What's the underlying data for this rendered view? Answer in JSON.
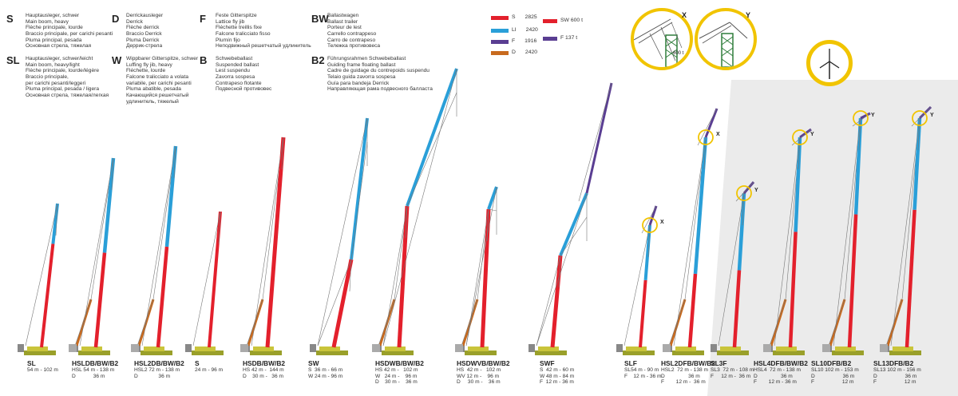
{
  "legend": [
    {
      "key": "S",
      "lines": [
        "Hauptausleger, schwer",
        "Main boom, heavy",
        "Flèche principale, lourde",
        "Braccio principale, per carichi pesanti",
        "Pluma principal, pesada",
        "Основная стрела, тяжелая"
      ]
    },
    {
      "key": "SL",
      "lines": [
        "Hauptausleger, schwer/leicht",
        "Main boom, heavy/light",
        "Flèche principale, lourde/légère",
        "Braccio principale,",
        "per carichi pesanti/leggeri",
        "Pluma principal, pesada / ligera",
        "Основная стрела, тяжелая/легкая"
      ]
    },
    {
      "key": "D",
      "lines": [
        "Derrickausleger",
        "Derrick",
        "Flèche derrick",
        "Braccio Derrick",
        "Pluma Derrick",
        "Деррик-стрела"
      ]
    },
    {
      "key": "W",
      "lines": [
        "Wippbarer Gitterspitze, schwer",
        "Luffing fly jib, heavy",
        "Fléchette, lourde",
        "Falcone tralicciato a volata",
        "variabile, per carichi pesanti",
        "Pluma abatible, pesada",
        "Качающийся решетчатый",
        "удлинитель, тяжелый"
      ]
    },
    {
      "key": "F",
      "lines": [
        "Feste Gitterspitze",
        "Lattice fly jib",
        "Fléchette treillis fixe",
        "Falcone tralicciato fisso",
        "Plumín fijo",
        "Неподвижный решетчатый удлинитель"
      ]
    },
    {
      "key": "B",
      "lines": [
        "Schwebeballast",
        "Suspended ballast",
        "Lest suspendu",
        "Zavorra sospesa",
        "Contrapeso flotante",
        "Подвесной противовес"
      ]
    },
    {
      "key": "BW",
      "lines": [
        "Ballastwagen",
        "Ballast trailer",
        "Porteur de lest",
        "Carrello contrappeso",
        "Carro de contrapeso",
        "Тележка противовеса"
      ]
    },
    {
      "key": "B2",
      "lines": [
        "Führungsrahmen Schwebeballast",
        "Guiding frame floating ballast",
        "Cadre de guidage du contrepoids suspendu",
        "Telaio guida zavorra sospesa",
        "Guía para bandeja Derrick",
        "Направляющая рама подвесного балласта"
      ]
    }
  ],
  "swatches": [
    {
      "label": "S",
      "value": "2825",
      "color": "#e3202c"
    },
    {
      "label": "LI",
      "value": "2420",
      "color": "#2a9fd8"
    },
    {
      "label": "F",
      "value": "1916",
      "color": "#5a3e92"
    },
    {
      "label": "D",
      "value": "2420",
      "color": "#c86a1e"
    },
    {
      "label": "SW 600 t",
      "color": "#e3202c"
    },
    {
      "label": "F 137 t",
      "color": "#5a3e92"
    }
  ],
  "detail_labels": {
    "x": "X",
    "y": "Y",
    "x_note": "600 t",
    "marker_x": "X",
    "marker_y": "Y"
  },
  "colors": {
    "accent": "#f1c400",
    "red": "#e3202c",
    "blue": "#2a9fd8",
    "purple": "#5a3e92",
    "orange": "#c86a1e"
  },
  "icons": {
    "wind": "wind-turbine-icon"
  },
  "configs": [
    {
      "name": "SL",
      "lines": [
        "54 m - 102 m"
      ]
    },
    {
      "name": "HSLDB/BW/B2",
      "lines": [
        "HSL 54 m - 138 m",
        "D            36 m"
      ]
    },
    {
      "name": "HSL2DB/BW/B2",
      "lines": [
        "HSL2 72 m - 138 m",
        "D              36 m"
      ]
    },
    {
      "name": "S",
      "lines": [
        "24 m - 96 m"
      ]
    },
    {
      "name": "HSDB/BW/B2",
      "lines": [
        "HS 42 m -  144 m",
        "D    30 m -   36 m"
      ]
    },
    {
      "name": "SW",
      "lines": [
        "S  36 m - 66 m",
        "W 24 m - 96 m"
      ]
    },
    {
      "name": "HSDWB/BW/B2",
      "lines": [
        "HS 42 m -   102 m",
        "W   24 m -    96 m",
        "D    30 m -    36 m"
      ]
    },
    {
      "name": "HSDWVB/BW/B2",
      "lines": [
        "HS  42 m -   102 m",
        "WV 12 m -    96 m",
        "D     30 m -    36 m"
      ]
    },
    {
      "name": "SWF",
      "lines": [
        "S  42 m - 60 m",
        "W 48 m - 84 m",
        "F  12 m - 36 m"
      ]
    },
    {
      "name": "SLF",
      "lines": [
        "SL54 m - 90 m",
        "F    12 m - 36 m"
      ]
    },
    {
      "name": "HSL2DFB/BW/B2",
      "lines": [
        "HSL2  72 m - 138 m",
        "D                36 m",
        "F        12 m -  36 m"
      ]
    },
    {
      "name": "SL3F",
      "lines": [
        "SL3  72 m - 108 m",
        "F     12 m -  36 m"
      ]
    },
    {
      "name": "HSL4DFB/BW/B2",
      "lines": [
        "HSL4  72 m - 138 m",
        "D                36 m",
        "F        12 m - 36 m"
      ]
    },
    {
      "name": "SL10DFB/B2",
      "lines": [
        "SL10 102 m - 153 m",
        "D                   36 m",
        "F                   12 m"
      ]
    },
    {
      "name": "SL13DFB/B2",
      "lines": [
        "SL13 102 m - 156 m",
        "D                   36 m",
        "F                   12 m"
      ]
    }
  ]
}
